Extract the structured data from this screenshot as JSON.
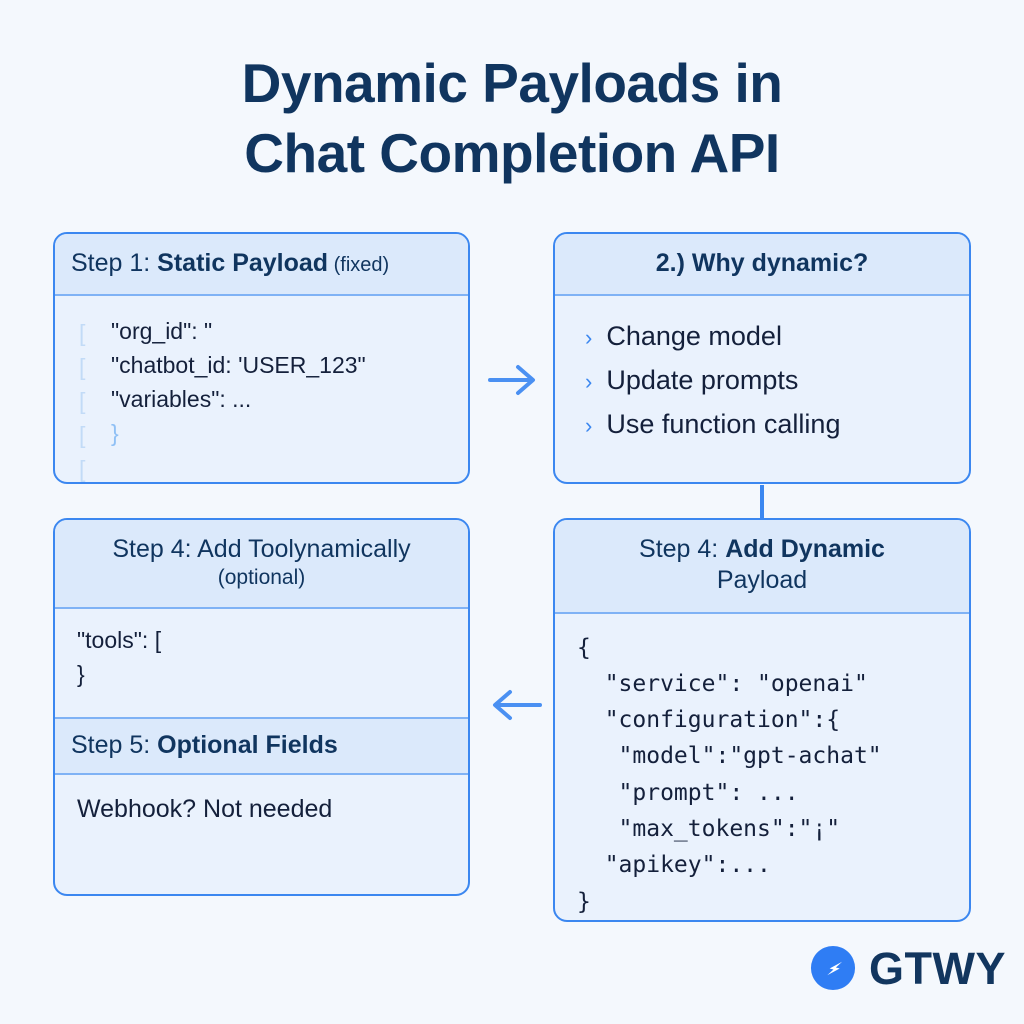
{
  "title": {
    "line1": "Dynamic Payloads in",
    "line2": "Chat Completion API"
  },
  "colors": {
    "page_bg": "#f4f8fd",
    "card_bg": "#eaf2fd",
    "card_header_bg": "#dbe9fb",
    "card_border": "#3b87f0",
    "divider": "#7fb2f5",
    "title_text": "#10355f",
    "body_text": "#14203b",
    "accent_blue": "#3b87f0",
    "gutter_mark": "#c2dbf7"
  },
  "cards": {
    "step1": {
      "header_prefix": "Step 1: ",
      "header_bold": "Static Payload",
      "header_suffix": " (fixed)",
      "gutter_marks": "[\n[\n[\n[\n[",
      "code_line1": "\"org_id\": \"",
      "code_line2": "\"chatbot_id: 'USER_123\"",
      "code_line3": "\"variables\": ...",
      "code_line4": "}"
    },
    "why_dynamic": {
      "header_bold": "2.)",
      "header_rest": " Why dynamic?",
      "bullets": [
        {
          "icon": "chevron-right-icon",
          "label": "Change model"
        },
        {
          "icon": "chevron-right-icon",
          "label": "Update prompts"
        },
        {
          "icon": "chevron-right-icon",
          "label": "Use function calling"
        }
      ]
    },
    "step4_tools": {
      "header_prefix": "Step 4:  ",
      "header_main": "Add Toolynamically",
      "header_sub": "(optional)",
      "code_line1": "\"tools\": [",
      "code_line2": "}",
      "section2_prefix": "Step 5: ",
      "section2_bold": "Optional Fields",
      "section2_text": "Webhook? Not needed"
    },
    "step4_dynamic": {
      "header_prefix": "Step 4:  ",
      "header_bold_line1": "Add Dynamic",
      "header_bold_line2": "Payload",
      "code": "{\n  \"service\": \"openai\"\n  \"configuration\":{\n   \"model\":\"gpt-achat\"\n   \"prompt\": ...\n   \"max_tokens\":\"¡\"\n  \"apikey\":...\n}"
    }
  },
  "connectors": {
    "arrow_right": "arrow-right-icon",
    "arrow_left": "arrow-left-icon",
    "vertical_line": "vertical-connector"
  },
  "logo": {
    "mark": "gtwy-logo-mark",
    "text": "GTWY"
  }
}
